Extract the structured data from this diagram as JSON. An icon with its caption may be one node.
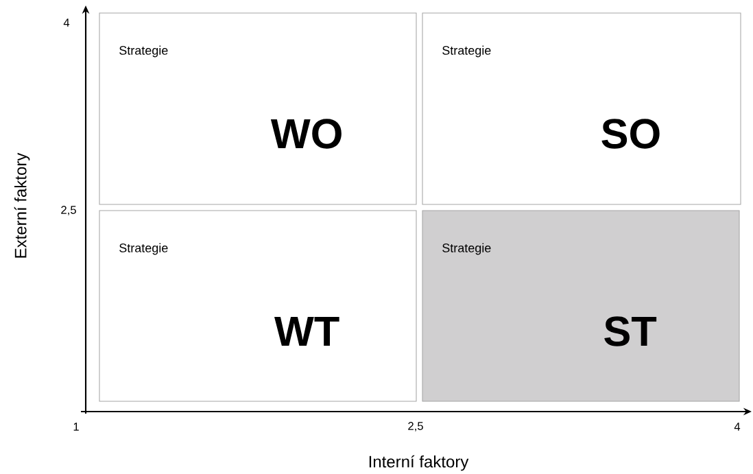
{
  "diagram": {
    "nodes": [
      {
        "text": [
          "Strategie",
          "WO"
        ]
      },
      {
        "text": [
          "Strategie",
          "SO"
        ]
      },
      {
        "text": [
          "Strategie",
          "WT"
        ]
      },
      {
        "text": [
          "Strategie",
          "ST"
        ]
      }
    ],
    "labels": [
      "4",
      "2,5",
      "Externí faktory",
      "1",
      "2,5",
      "4",
      "Interní faktory"
    ]
  }
}
